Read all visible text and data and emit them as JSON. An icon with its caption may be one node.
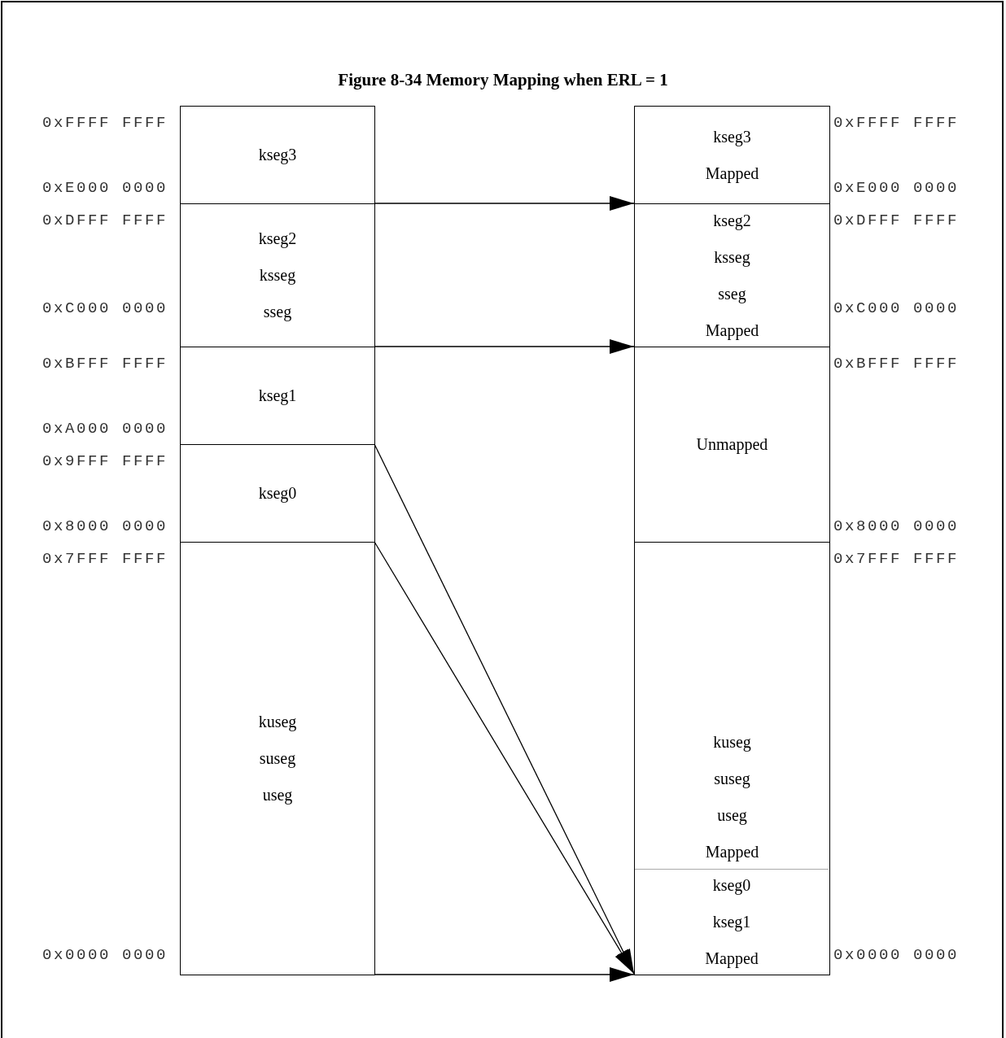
{
  "diagram": {
    "title": "Figure 8-34 Memory Mapping when ERL = 1",
    "nodes": [
      {
        "text": [
          "kseg3"
        ]
      },
      {
        "text": [
          "kseg2",
          "ksseg",
          "sseg"
        ]
      },
      {
        "text": [
          "kseg1"
        ]
      },
      {
        "text": [
          "kseg0"
        ]
      },
      {
        "text": [
          "kuseg",
          "suseg",
          "useg"
        ]
      },
      {
        "text": [
          "kseg3",
          "Mapped"
        ]
      },
      {
        "text": [
          "kseg2",
          "ksseg",
          "sseg",
          "Mapped"
        ]
      },
      {
        "text": [
          "Unmapped"
        ]
      },
      {
        "text": [
          "kuseg",
          "suseg",
          "useg",
          "Mapped"
        ]
      },
      {
        "text": [
          "kseg0",
          "kseg1",
          "Mapped"
        ],
        "in": 8
      }
    ],
    "edges": [
      {
        "from": 0,
        "to": 5,
        "arrow": "to"
      },
      {
        "from": 1,
        "to": 6,
        "arrow": "to"
      },
      {
        "from": 2,
        "to": 9,
        "arrow": "to"
      },
      {
        "from": 3,
        "to": 9,
        "arrow": "to"
      },
      {
        "from": 4,
        "to": 8,
        "arrow": "to"
      }
    ],
    "labels": [
      "0xFFFF FFFF",
      "0xFFFF FFFF",
      "0xE000 0000",
      "0xE000 0000",
      "0xDFFF FFFF",
      "0xDFFF FFFF",
      "0xC000 0000",
      "0xC000 0000",
      "0xBFFF FFFF",
      "0xBFFF FFFF",
      "0xA000 0000",
      "0x9FFF FFFF",
      "0x8000 0000",
      "0x8000 0000",
      "0x7FFF FFFF",
      "0x7FFF FFFF",
      "0x0000 0000",
      "0x0000 0000"
    ]
  }
}
